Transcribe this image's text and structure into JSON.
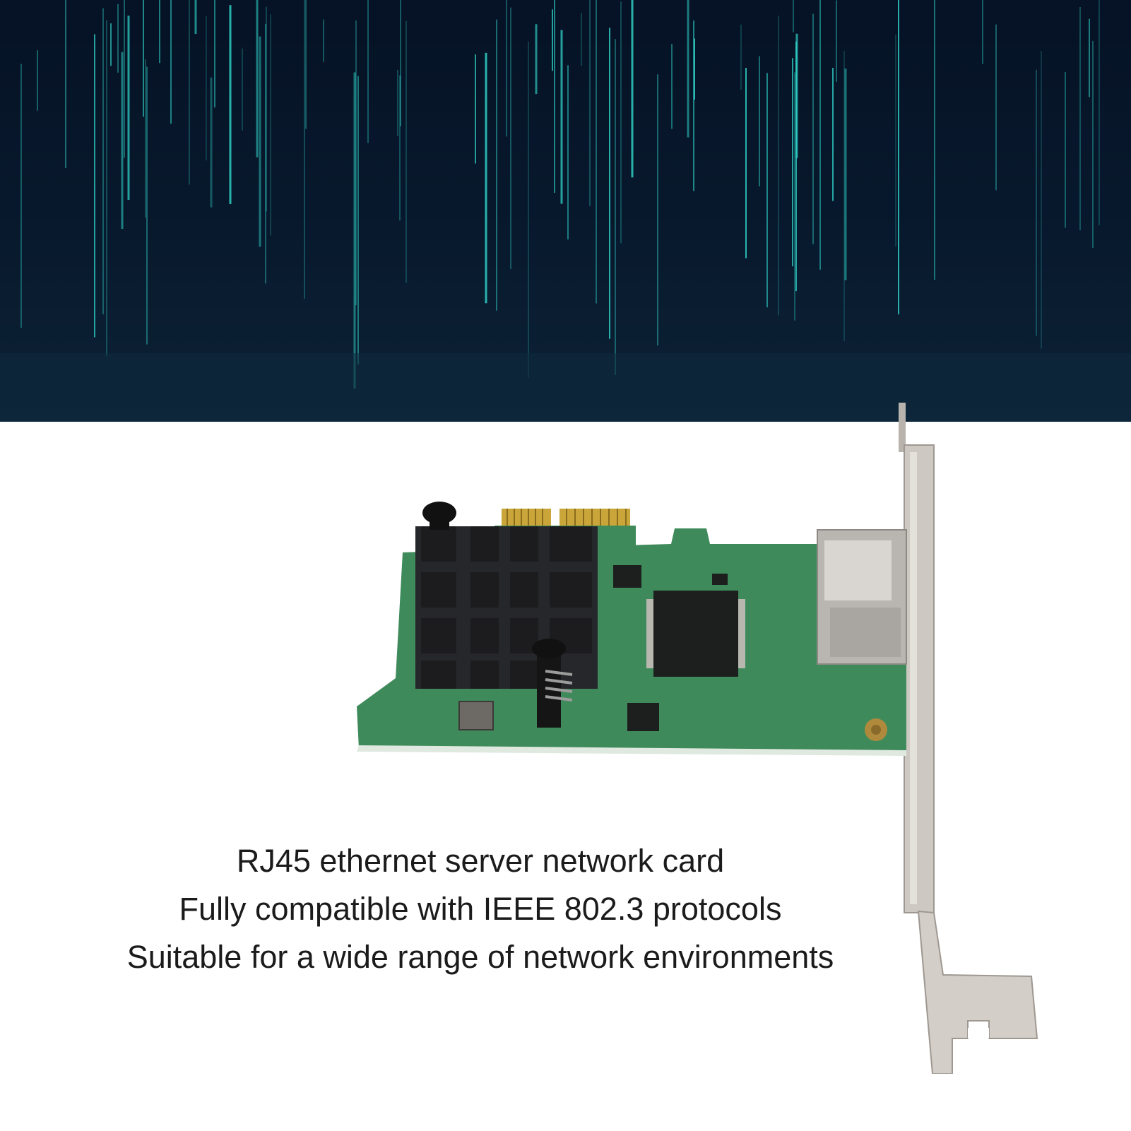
{
  "product": {
    "feature_lines": [
      "RJ45 ethernet server network card",
      "Fully compatible with IEEE 802.3 protocols",
      "Suitable for a wide range of network environments"
    ]
  },
  "colors": {
    "banner_background": "#061225",
    "digital_rain": "#2fd3c8",
    "pcb_green": "#3f8a5a",
    "heatsink": "#1c1c1e",
    "bracket_metal": "#c9c4bd",
    "text": "#1b1b1b"
  },
  "icons": {
    "banner": "digital-rain-illustration",
    "product": "network-card-photo"
  }
}
